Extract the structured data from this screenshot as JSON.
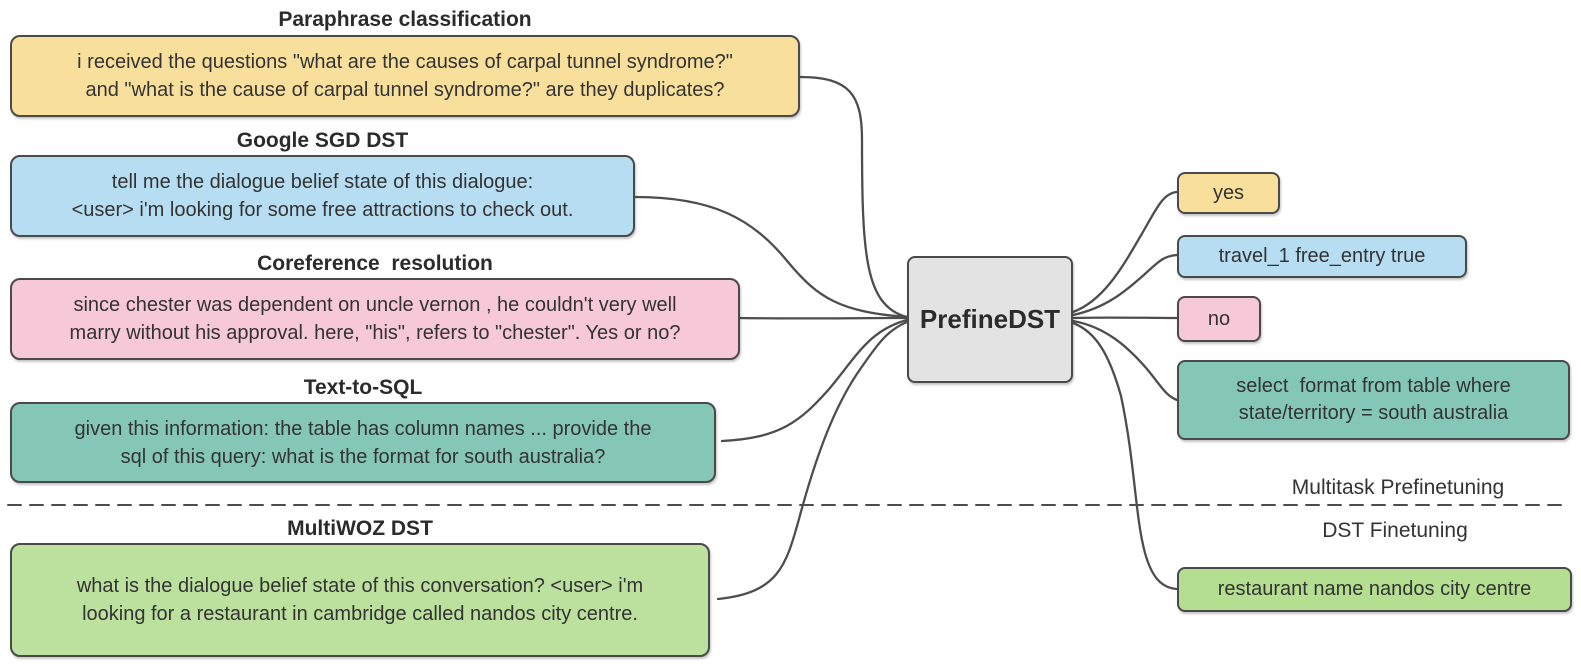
{
  "palette": {
    "yellow": "#F8E09C",
    "blue": "#B7DDF2",
    "pink": "#F6C8D8",
    "teal": "#85C7B7",
    "green": "#BCE09E",
    "green_right": "#B4DE90",
    "gray": "#E3E3E3",
    "border": "#4A4A4A",
    "line": "#4D4D4D",
    "text": "#333333"
  },
  "center": {
    "label": "PrefineDST"
  },
  "labels": {
    "prefinetuning": "Multitask Prefinetuning",
    "finetuning": "DST Finetuning"
  },
  "inputs": [
    {
      "title": "Paraphrase classification",
      "text": "i received the questions \"what are the causes of carpal tunnel syndrome?\"\nand \"what is the cause of carpal tunnel syndrome?\" are they duplicates?"
    },
    {
      "title": "Google SGD DST",
      "text": "tell me the dialogue belief state of this dialogue:\n<user> i'm looking for some free attractions to check out."
    },
    {
      "title": "Coreference  resolution",
      "text": "since chester was dependent on uncle vernon , he couldn't very well\nmarry without his approval. here, \"his\", refers to \"chester\". Yes or no?"
    },
    {
      "title": "Text-to-SQL",
      "text": "given this information: the table has column names ... provide the\nsql of this query: what is the format for south australia?"
    },
    {
      "title": "MultiWOZ DST",
      "text": "what is the dialogue belief state of this conversation? <user> i'm\nlooking for a restaurant in cambridge called nandos city centre."
    }
  ],
  "outputs": [
    {
      "text": "yes"
    },
    {
      "text": "travel_1 free_entry true"
    },
    {
      "text": "no"
    },
    {
      "text": "select  format from table where\nstate/territory = south australia"
    },
    {
      "text": "restaurant name nandos city centre"
    }
  ]
}
